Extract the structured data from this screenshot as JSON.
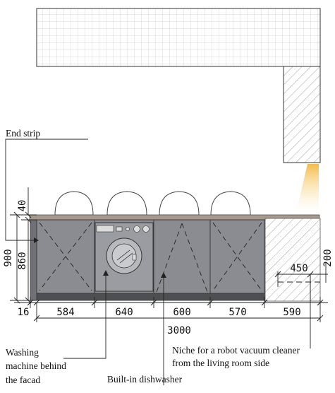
{
  "labels": {
    "end_strip": "End strip",
    "washer_line1": "Washing",
    "washer_line2": "machine behind",
    "washer_line3": "the facad",
    "dishwasher": "Built-in dishwasher",
    "niche_line1": "Niche for a robot vacuum cleaner",
    "niche_line2": "from the living room side"
  },
  "dimensions": {
    "top_gap": "40",
    "total_height": "900",
    "cabinet_height": "860",
    "end_strip_width": "16",
    "module_1": "584",
    "module_2": "640",
    "module_3": "600",
    "module_4": "570",
    "niche_width": "590",
    "overall_width": "3000",
    "niche_depth": "450",
    "niche_height": "200"
  },
  "colors": {
    "cabinet": "#8a8c91",
    "countertop": "#a79a8c",
    "plinth": "#4d4f53",
    "light_glow": "#f4c35a"
  }
}
